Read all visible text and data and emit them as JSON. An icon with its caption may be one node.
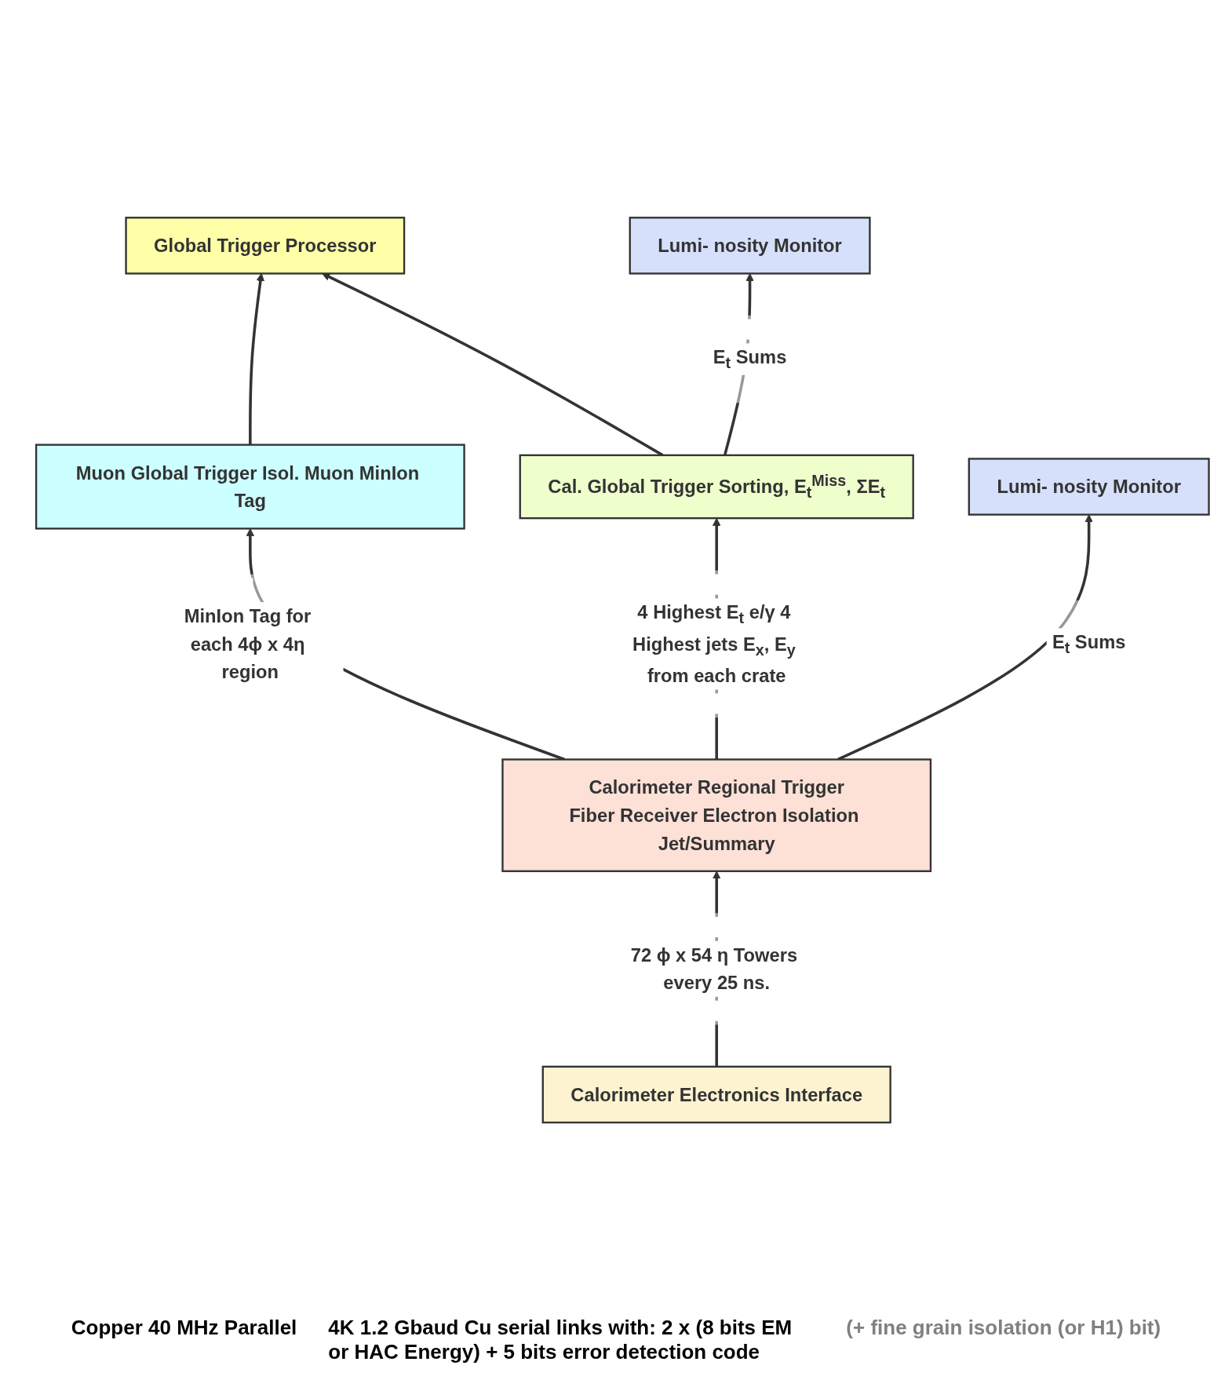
{
  "diagram": {
    "nodes": [
      {
        "text": [
          "Global Trigger Processor"
        ]
      },
      {
        "text": [
          "Muon Global Trigger Isol. Muon MinIon Tag"
        ]
      },
      {
        "text": [
          "Cal. Global Trigger Sorting, E$_{t}$$^{Miss}$, ΣE$_{t}$"
        ]
      },
      {
        "text": [
          "Lumi- nosity Monitor"
        ]
      },
      {
        "text": [
          "Calorimeter Regional Trigger",
          "Fiber Receiver Electron Isolation Jet/Summary"
        ]
      },
      {
        "text": [
          "Lumi- nosity Monitor"
        ]
      },
      {
        "text": [
          "Calorimeter Electronics Interface"
        ]
      }
    ],
    "edges": [
      {
        "from": 1,
        "to": 0,
        "arrow": "to"
      },
      {
        "from": 2,
        "to": 0,
        "arrow": "to"
      },
      {
        "from": 2,
        "to": 3,
        "arrow": "to",
        "label": "E$_{t}$ Sums"
      },
      {
        "from": 4,
        "to": 1,
        "arrow": "to",
        "label": "MinIon Tag for each 4ϕ x 4η region"
      },
      {
        "from": 4,
        "to": 2,
        "arrow": "to",
        "label": "4 Highest E$_{t}$ e/γ 4 Highest jets E$_{x}$, E$_{y}$ from each crate"
      },
      {
        "from": 4,
        "to": 5,
        "arrow": "to",
        "label": "E$_{t}$ Sums"
      },
      {
        "from": 6,
        "to": 4,
        "arrow": "to",
        "label": "72 ϕ x 54 η Towers every 25 ns."
      }
    ],
    "labels": [
      "Copper 40 MHz Parallel",
      "4K 1.2 Gbaud Cu serial links with: 2 x (8 bits EM or HAC Energy) + 5 bits error detection code",
      "(+ fine grain isolation (or H1) bit)"
    ]
  }
}
